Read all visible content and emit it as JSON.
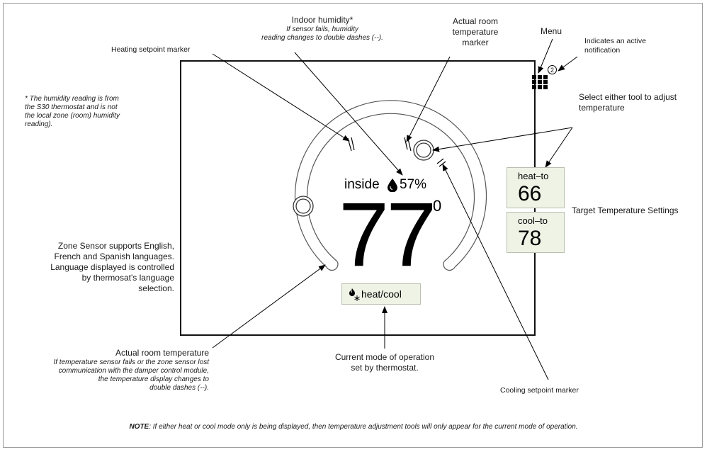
{
  "labels": {
    "heating_marker": "Heating setpoint marker",
    "humidity_title": "Indoor humidity*",
    "humidity_sub_1": "If sensor fails, humidity",
    "humidity_sub_2": "reading changes to double dashes (--).",
    "actual_marker_1": "Actual room",
    "actual_marker_2": "temperature",
    "actual_marker_3": "marker",
    "menu": "Menu",
    "notification_1": "Indicates an active",
    "notification_2": "notification",
    "select_tool_1": "Select either tool to adjust",
    "select_tool_2": "temperature",
    "footnote_1": "* The humidity reading is from",
    "footnote_2": "the S30 thermostat and is not",
    "footnote_3": "the local zone (room) humidity",
    "footnote_4": "reading).",
    "target_settings": "Target Temperature Settings",
    "language_1": "Zone Sensor supports English,",
    "language_2": "French and Spanish languages.",
    "language_3": "Language displayed is controlled",
    "language_4": "by thermosat's language",
    "language_5": "selection.",
    "actual_temp_title": "Actual room temperature",
    "actual_temp_sub_1": "If temperature sensor fails or the zone sensor lost",
    "actual_temp_sub_2": "communication with the damper control module,",
    "actual_temp_sub_3": "the temperature display changes to",
    "actual_temp_sub_4": "double dashes (--).",
    "mode_desc_1": "Current mode of operation",
    "mode_desc_2": "set by thermostat.",
    "cooling_marker": "Cooling setpoint marker",
    "note_prefix": "NOTE",
    "note_text": ": If either heat or cool mode only is being displayed, then temperature adjustment tools will only appear for the current mode of operation."
  },
  "display": {
    "inside_label": "inside",
    "humidity": "57%",
    "temperature": "77",
    "degree": "0",
    "notification_count": "2",
    "heat_label": "heat–to",
    "heat_value": "66",
    "cool_label": "cool–to",
    "cool_value": "78",
    "mode": "heat/cool"
  }
}
